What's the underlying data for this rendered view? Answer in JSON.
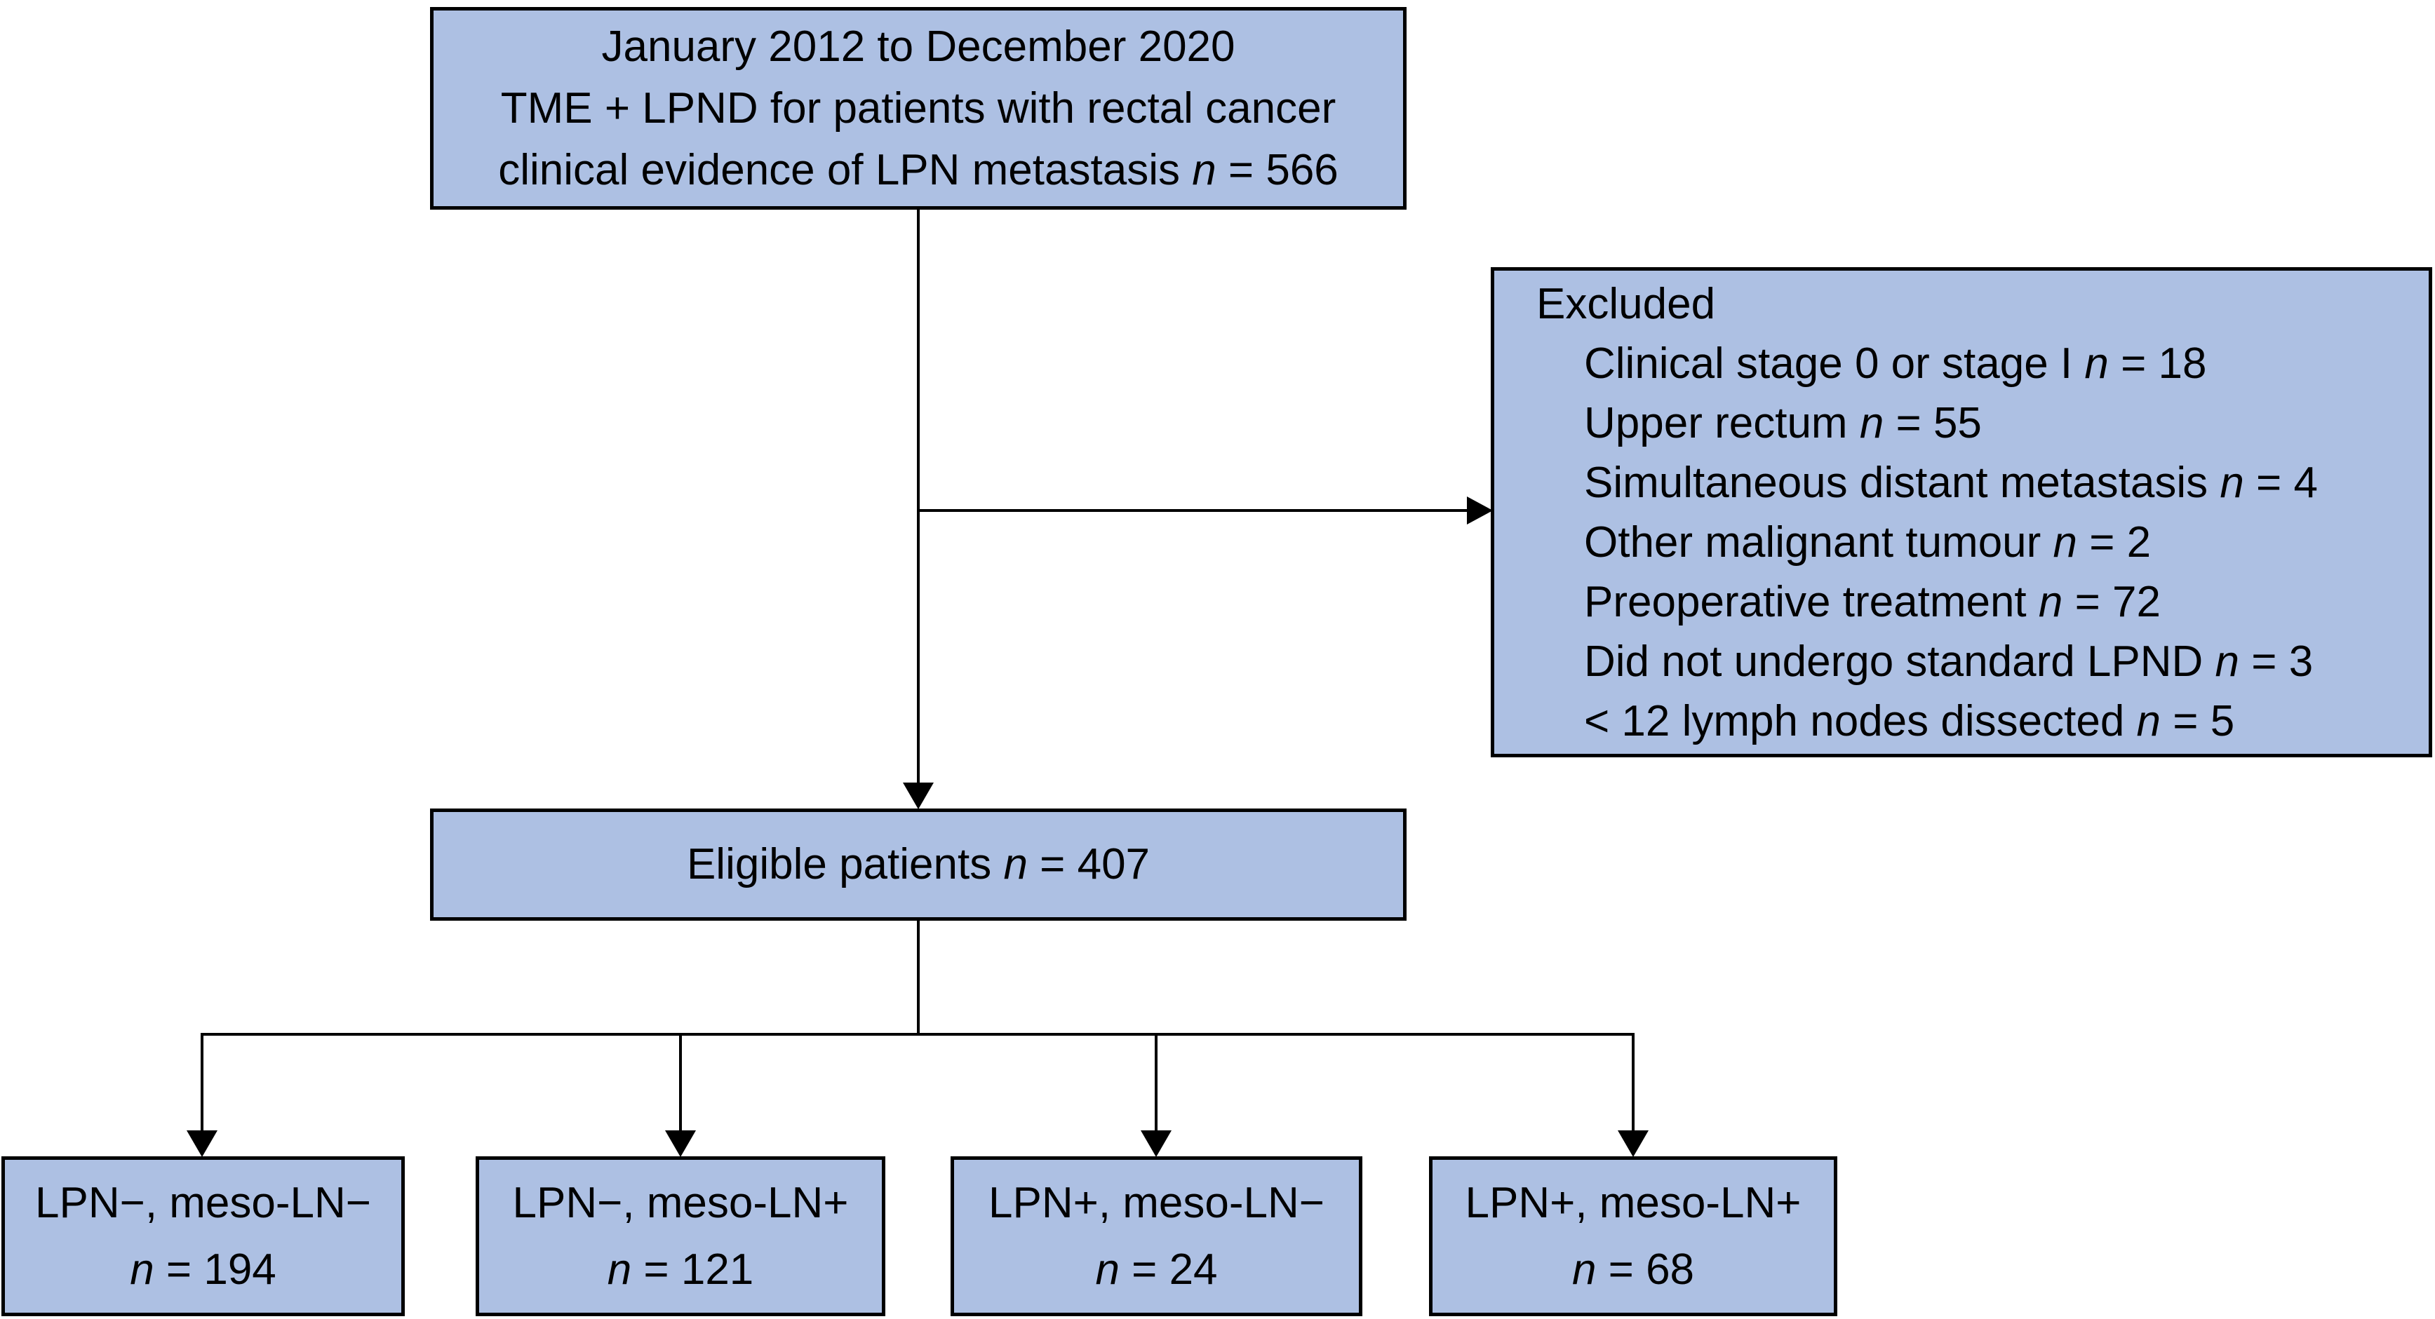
{
  "colors": {
    "box_fill": "#adc0e3",
    "box_border": "#000000",
    "line": "#000000",
    "text": "#000000",
    "background": "#ffffff"
  },
  "n_label": "n",
  "top_box": {
    "line1": "January 2012 to December 2020",
    "line2": "TME + LPND for patients with rectal cancer",
    "line3_prefix": "clinical evidence of LPN metastasis ",
    "line3_value": " = 566"
  },
  "excluded_box": {
    "title": "Excluded",
    "items": [
      {
        "prefix": "Clinical stage 0 or stage I ",
        "value": " = 18"
      },
      {
        "prefix": "Upper rectum ",
        "value": " = 55"
      },
      {
        "prefix": "Simultaneous distant metastasis ",
        "value": " = 4"
      },
      {
        "prefix": "Other malignant tumour ",
        "value": " = 2"
      },
      {
        "prefix": "Preoperative treatment ",
        "value": " = 72"
      },
      {
        "prefix": "Did not undergo standard LPND ",
        "value": " = 3"
      },
      {
        "prefix": "< 12 lymph nodes dissected ",
        "value": " = 5"
      }
    ]
  },
  "eligible_box": {
    "prefix": "Eligible patients ",
    "value": " = 407"
  },
  "outcome_boxes": [
    {
      "label": "LPN−, meso-LN−",
      "value": " = 194"
    },
    {
      "label": "LPN−, meso-LN+",
      "value": " = 121"
    },
    {
      "label": "LPN+, meso-LN−",
      "value": " = 24"
    },
    {
      "label": "LPN+, meso-LN+",
      "value": " = 68"
    }
  ]
}
